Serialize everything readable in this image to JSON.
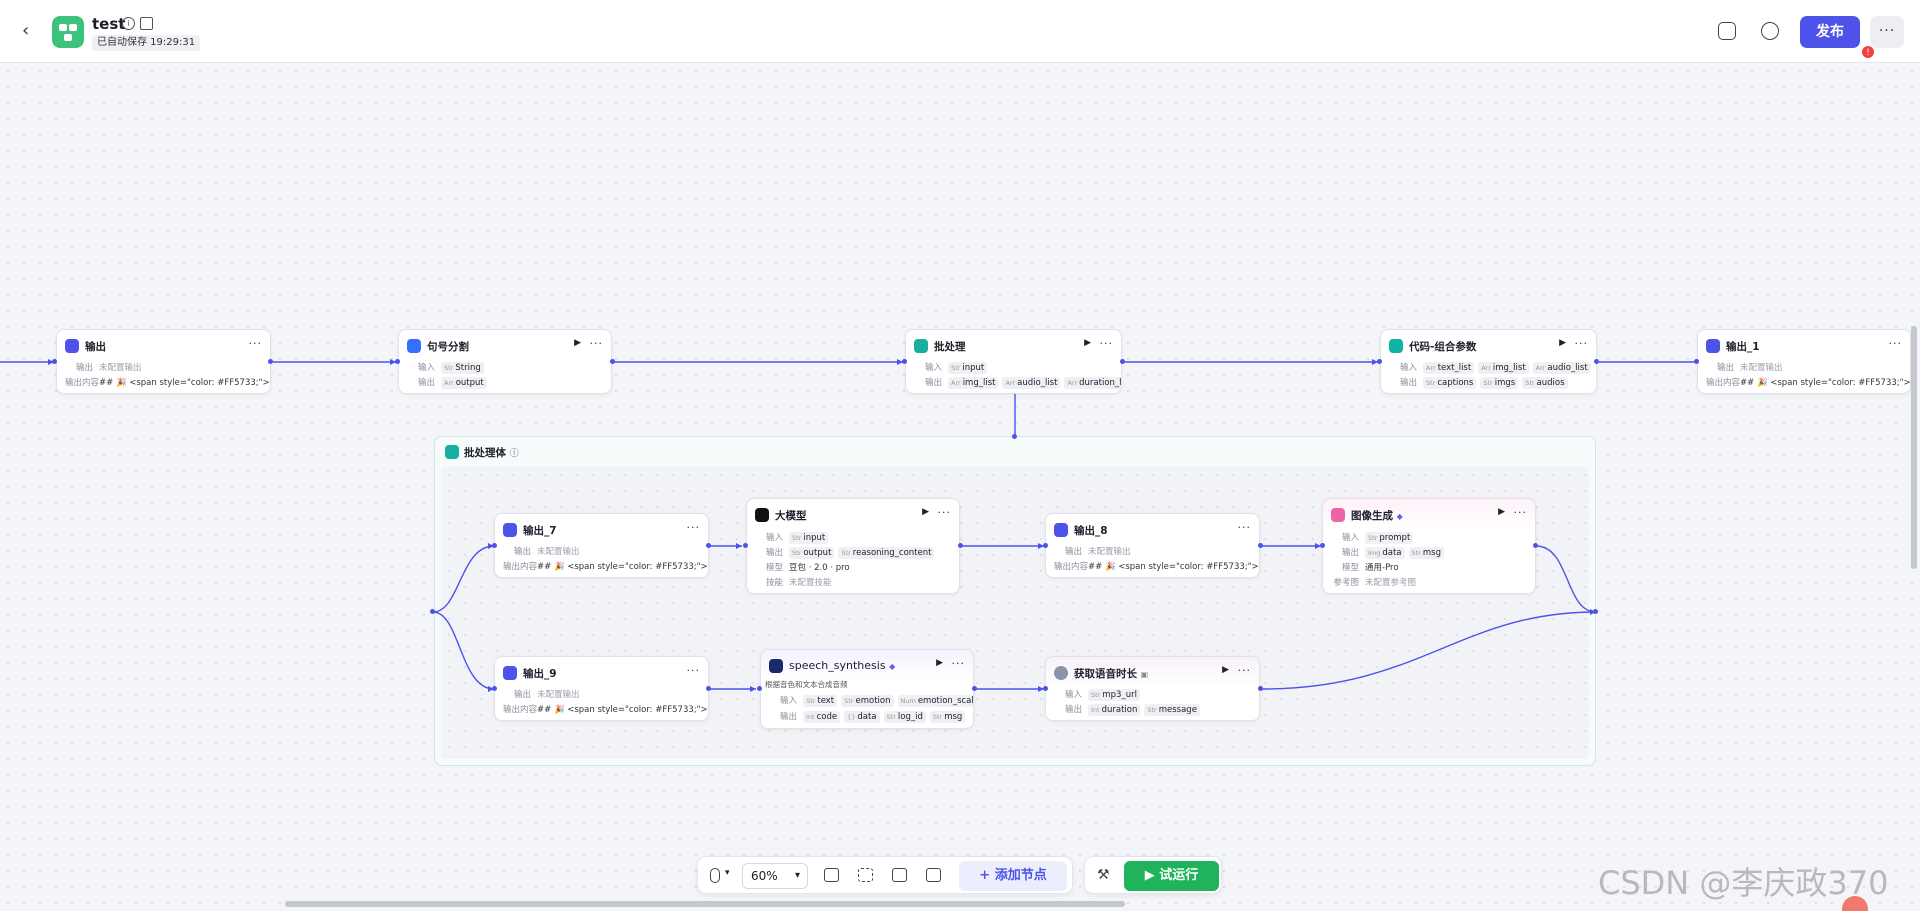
{
  "header": {
    "title": "test",
    "saved": "已自动保存 19:29:31",
    "publish": "发布",
    "badge": "!",
    "more": "···"
  },
  "colors": {
    "accent": "#4d53e8",
    "run": "#1fb35b",
    "output_icon": "#4d53e8",
    "batch_icon": "#1aae9f"
  },
  "nodes": {
    "out0": {
      "title": "输出",
      "r1l": "输出",
      "r1v": "未配置输出",
      "r2l": "输出内容",
      "r2v": "## 🎉 <span style=\"color: #FF5733;\">你好开···"
    },
    "split": {
      "title": "句号分割",
      "r1l": "输入",
      "r1v": "String",
      "r2l": "输出",
      "r2v": "output"
    },
    "batch": {
      "title": "批处理",
      "r1l": "输入",
      "r1v": "input",
      "r2l": "输出",
      "o1": "img_list",
      "o2": "audio_list",
      "o3": "duration_list"
    },
    "code": {
      "title": "代码-组合参数",
      "r1l": "输入",
      "i1": "text_list",
      "i2": "img_list",
      "i3": "audio_list",
      "r2l": "输出",
      "o1": "captions",
      "o2": "imgs",
      "o3": "audios"
    },
    "out1": {
      "title": "输出_1",
      "r1l": "输出",
      "r1v": "未配置输出",
      "r2l": "输出内容",
      "r2v": "## 🎉 <span style=\"color: #FF5733;\">你好开···"
    },
    "group": {
      "title": "批处理体"
    },
    "out7": {
      "title": "输出_7",
      "r1l": "输出",
      "r1v": "未配置输出",
      "r2l": "输出内容",
      "r2v": "## 🎉 <span style=\"color: #FF5733;\">提示词···"
    },
    "llm": {
      "title": "大模型",
      "r1l": "输入",
      "r1v": "input",
      "r2l": "输出",
      "o1": "output",
      "o2": "reasoning_content",
      "r3l": "模型",
      "r3v": "豆包 · 2.0 · pro",
      "r4l": "技能",
      "r4v": "未配置技能"
    },
    "out8": {
      "title": "输出_8",
      "r1l": "输出",
      "r1v": "未配置输出",
      "r2l": "输出内容",
      "r2v": "## 🎉 <span style=\"color: #FF5733;\">描简生···"
    },
    "img": {
      "title": "图像生成",
      "r1l": "输入",
      "r1v": "prompt",
      "r2l": "输出",
      "o1": "data",
      "o2": "msg",
      "r3l": "模型",
      "r3v": "通用-Pro",
      "r4l": "参考图",
      "r4v": "未配置参考图"
    },
    "out9": {
      "title": "输出_9",
      "r1l": "输出",
      "r1v": "未配置输出",
      "r2l": "输出内容",
      "r2v": "## 🎉 <span style=\"color: #FF5733;\">《清楚···"
    },
    "speech": {
      "title": "speech_synthesis",
      "desc": "根据音色和文本合成音频",
      "r1l": "输入",
      "i1": "text",
      "i2": "emotion",
      "i3": "emotion_scale",
      "r2l": "输出",
      "o1": "code",
      "o2": "data",
      "o3": "log_id",
      "o4": "msg"
    },
    "dur": {
      "title": "获取语音时长",
      "r1l": "输入",
      "r1v": "mp3_url",
      "r2l": "输出",
      "o1": "duration",
      "o2": "message"
    }
  },
  "toolbar": {
    "zoom": "60%",
    "add_node": "添加节点",
    "test_run": "试运行"
  },
  "watermark": "CSDN @李庆政370"
}
